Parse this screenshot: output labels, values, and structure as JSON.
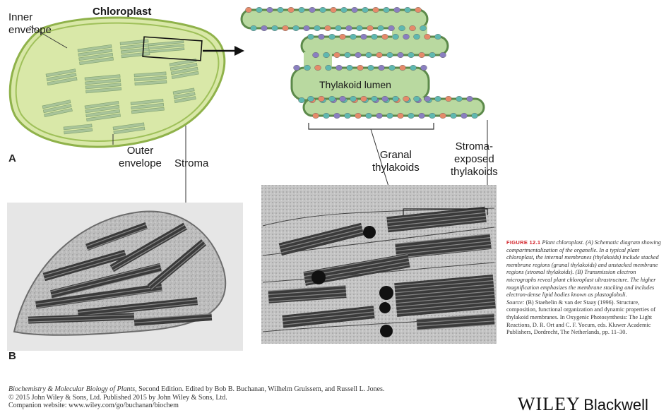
{
  "diagram_a": {
    "title": "Chloroplast",
    "inner_envelope_line1": "Inner",
    "inner_envelope_line2": "envelope",
    "outer_envelope_line1": "Outer",
    "outer_envelope_line2": "envelope",
    "stroma": "Stroma",
    "thylakoid_lumen": "Thylakoid lumen",
    "granal_line1": "Granal",
    "granal_line2": "thylakoids",
    "stroma_exposed_line1": "Stroma-",
    "stroma_exposed_line2": "exposed",
    "stroma_exposed_line3": "thylakoids",
    "panel_label": "A"
  },
  "micrograph_b": {
    "panel_label": "B"
  },
  "caption": {
    "figure_number": "FIGURE 12.1",
    "title": "Plant chloroplast.",
    "text_italic": "(A) Schematic diagram showing compartmentalization of the organelle. In a typical plant chloroplast, the internal membranes (thylakoids) include stacked membrane regions (granal thylakoids) and unstacked membrane regions (stromal thylakoids). (B) Transmission electron micrographs reveal plant chloroplast ultrastructure. The higher magnification emphasizes the membrane stacking and includes electron-dense lipid bodies known as plastoglobuli.",
    "source_italic": "Source:",
    "source_text": "(B) Staehelin & van der Staay (1996). Structure, composition, functional organization and dynamic properties of thylakoid membranes. In Oxygenic Photosynthesis: The Light Reactions, D. R. Ort and C. F. Yocum, eds. Kluwer Academic Publishers, Dordrecht, The Netherlands, pp. 11–30."
  },
  "footer": {
    "book_title": "Biochemistry & Molecular Biology of Plants",
    "line1_rest": ", Second Edition. Edited by Bob B. Buchanan, Wilhelm Gruissem, and Russell L. Jones.",
    "line2": "© 2015 John Wiley & Sons, Ltd. Published 2015 by John Wiley & Sons, Ltd.",
    "line3": "Companion website: www.wiley.com/go/buchanan/biochem"
  },
  "publisher": {
    "name_part1": "WILEY",
    "name_part2": "Blackwell"
  },
  "colors": {
    "chloroplast_fill": "#d9e8a8",
    "envelope_stroke": "#8fb24a",
    "grana": "#a9c49a",
    "membrane_fill": "#b9d9a0",
    "protein_orange": "#e58a6a",
    "protein_teal": "#5fb8b0",
    "protein_purple": "#8a7fc0",
    "caption_red": "#d2232a"
  }
}
